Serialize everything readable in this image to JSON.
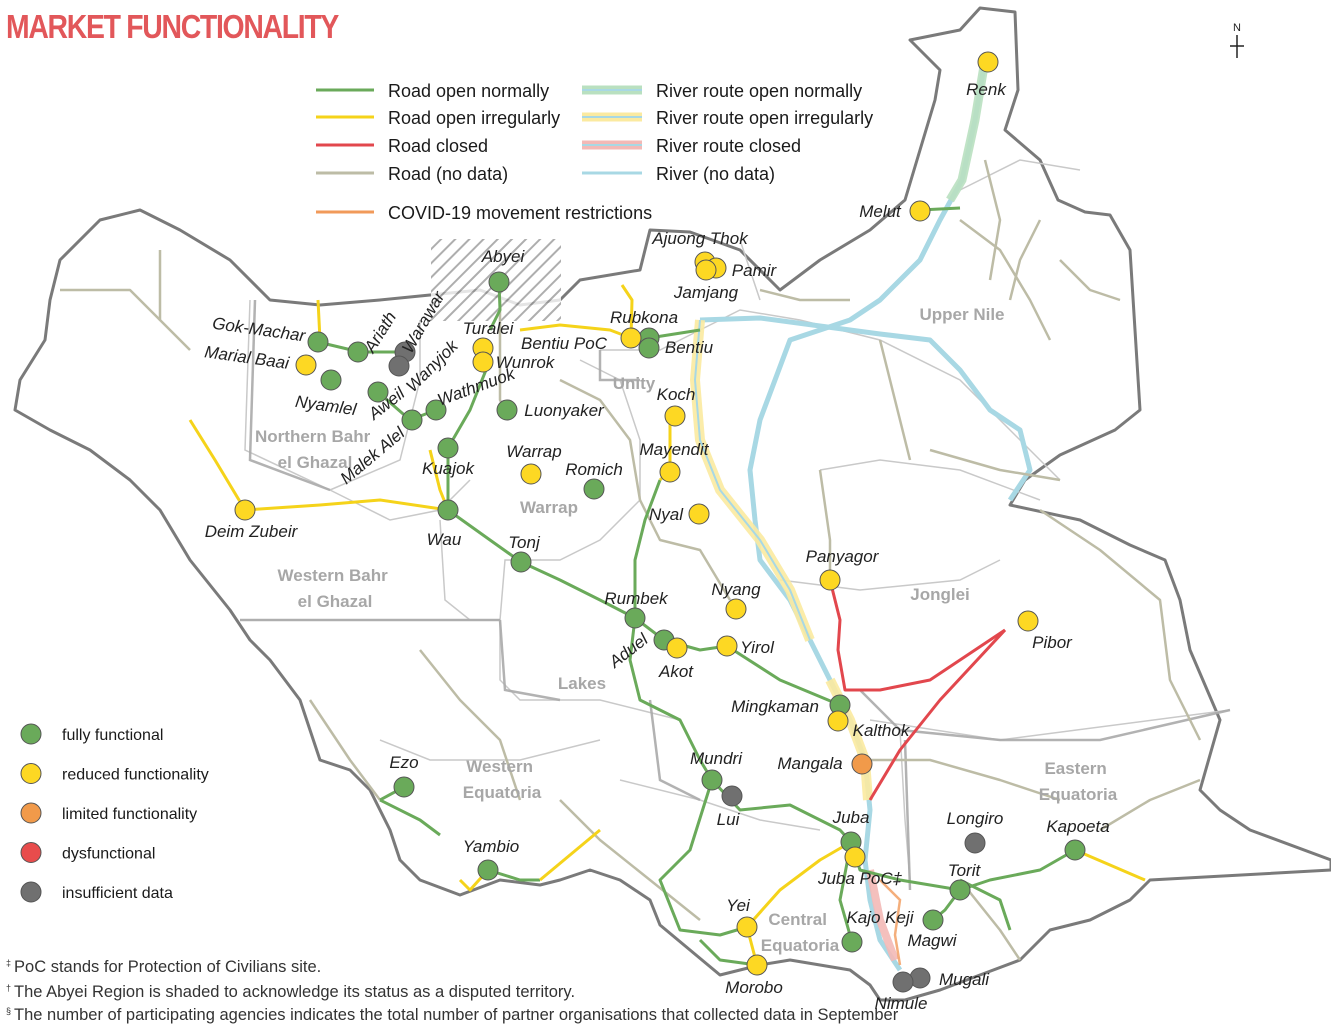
{
  "title": "MARKET FUNCTIONALITY",
  "north": "N",
  "colors": {
    "road_open": "#6aaa5a",
    "road_irregular": "#f5d31a",
    "road_closed": "#e2474d",
    "road_nodata": "#bdbca6",
    "river_open": "#b9e0c0",
    "river_irregular": "#fbeaa0",
    "river_closed": "#f3b9b6",
    "river_nodata": "#a8d8e4",
    "covid": "#f19a5a",
    "fully_functional": "#6aaa5a",
    "reduced_functionality": "#fdd823",
    "limited_functionality": "#f19a4a",
    "dysfunctional": "#e84c4c",
    "insufficient_data": "#707070"
  },
  "legend": {
    "road_open": "Road open normally",
    "road_irregular": "Road open irregularly",
    "road_closed": "Road closed",
    "road_nodata": "Road (no data)",
    "river_open": "River route open normally",
    "river_irregular": "River route open irregularly",
    "river_closed": "River route closed",
    "river_nodata": "River (no data)",
    "covid": "COVID-19 movement restrictions"
  },
  "status_legend": [
    {
      "label": "fully functional",
      "status": "fully_functional"
    },
    {
      "label": "reduced functionality",
      "status": "reduced_functionality"
    },
    {
      "label": "limited functionality",
      "status": "limited_functionality"
    },
    {
      "label": "dysfunctional",
      "status": "dysfunctional"
    },
    {
      "label": "insufficient data",
      "status": "insufficient_data"
    }
  ],
  "regions": [
    {
      "line1": "Upper Nile",
      "line2": ""
    },
    {
      "line1": "Unity",
      "line2": ""
    },
    {
      "line1": "Northern Bahr",
      "line2": "el Ghazal"
    },
    {
      "line1": "Warrap",
      "line2": ""
    },
    {
      "line1": "Western Bahr",
      "line2": "el Ghazal"
    },
    {
      "line1": "Jonglei",
      "line2": ""
    },
    {
      "line1": "Lakes",
      "line2": ""
    },
    {
      "line1": "Western",
      "line2": "Equatoria"
    },
    {
      "line1": "Eastern",
      "line2": "Equatoria"
    },
    {
      "line1": "Central",
      "line2": "Equatoria"
    }
  ],
  "markets": [
    {
      "name": "Renk",
      "status": "reduced_functionality"
    },
    {
      "name": "Melut",
      "status": "reduced_functionality"
    },
    {
      "name": "Ajuong Thok",
      "status": "reduced_functionality"
    },
    {
      "name": "Pamir",
      "status": "reduced_functionality"
    },
    {
      "name": "Jamjang",
      "status": "reduced_functionality"
    },
    {
      "name": "Abyei",
      "status": "fully_functional"
    },
    {
      "name": "Rubkona",
      "status": "fully_functional"
    },
    {
      "name": "Bentiu PoC",
      "status": "reduced_functionality"
    },
    {
      "name": "Bentiu",
      "status": "fully_functional"
    },
    {
      "name": "Gok-Machar",
      "status": "fully_functional"
    },
    {
      "name": "Ariath",
      "status": "fully_functional"
    },
    {
      "name": "Warawar",
      "status": "insufficient_data"
    },
    {
      "name": "Turalei",
      "status": "reduced_functionality"
    },
    {
      "name": "Wunrok",
      "status": "reduced_functionality"
    },
    {
      "name": "Marial Baai",
      "status": "reduced_functionality"
    },
    {
      "name": "Nyamlel",
      "status": "fully_functional"
    },
    {
      "name": "Aweil",
      "status": "fully_functional"
    },
    {
      "name": "Wanyjok",
      "status": "insufficient_data"
    },
    {
      "name": "Wathmuok",
      "status": "fully_functional"
    },
    {
      "name": "Malek Alel",
      "status": "fully_functional"
    },
    {
      "name": "Luonyaker",
      "status": "fully_functional"
    },
    {
      "name": "Koch",
      "status": "reduced_functionality"
    },
    {
      "name": "Kuajok",
      "status": "fully_functional"
    },
    {
      "name": "Warrap",
      "status": "reduced_functionality"
    },
    {
      "name": "Romich",
      "status": "fully_functional"
    },
    {
      "name": "Mayendit",
      "status": "reduced_functionality"
    },
    {
      "name": "Nyal",
      "status": "reduced_functionality"
    },
    {
      "name": "Deim Zubeir",
      "status": "reduced_functionality"
    },
    {
      "name": "Wau",
      "status": "fully_functional"
    },
    {
      "name": "Tonj",
      "status": "fully_functional"
    },
    {
      "name": "Panyagor",
      "status": "reduced_functionality"
    },
    {
      "name": "Nyang",
      "status": "reduced_functionality"
    },
    {
      "name": "Rumbek",
      "status": "fully_functional"
    },
    {
      "name": "Pibor",
      "status": "reduced_functionality"
    },
    {
      "name": "Aduel",
      "status": "fully_functional"
    },
    {
      "name": "Akot",
      "status": "reduced_functionality"
    },
    {
      "name": "Yirol",
      "status": "reduced_functionality"
    },
    {
      "name": "Mingkaman",
      "status": "fully_functional"
    },
    {
      "name": "Kalthok",
      "status": "reduced_functionality"
    },
    {
      "name": "Ezo",
      "status": "fully_functional"
    },
    {
      "name": "Mundri",
      "status": "fully_functional"
    },
    {
      "name": "Mangala",
      "status": "limited_functionality"
    },
    {
      "name": "Lui",
      "status": "insufficient_data"
    },
    {
      "name": "Juba",
      "status": "fully_functional"
    },
    {
      "name": "Longiro",
      "status": "insufficient_data"
    },
    {
      "name": "Kapoeta",
      "status": "fully_functional"
    },
    {
      "name": "Yambio",
      "status": "fully_functional"
    },
    {
      "name": "Juba PoC‡",
      "status": "reduced_functionality"
    },
    {
      "name": "Torit",
      "status": "fully_functional"
    },
    {
      "name": "Yei",
      "status": "reduced_functionality"
    },
    {
      "name": "Kajo Keji",
      "status": "fully_functional"
    },
    {
      "name": "Magwi",
      "status": "fully_functional"
    },
    {
      "name": "Morobo",
      "status": "reduced_functionality"
    },
    {
      "name": "Mugali",
      "status": "insufficient_data"
    },
    {
      "name": "Nimule",
      "status": "insufficient_data"
    }
  ],
  "footnotes": [
    {
      "mark": "‡",
      "text": "PoC stands for Protection of Civilians site."
    },
    {
      "mark": "†",
      "text": "The Abyei Region is shaded to acknowledge its status as a disputed territory."
    },
    {
      "mark": "§",
      "text": "The number of participating agencies indicates the total number of partner organisations that collected data in September"
    }
  ]
}
